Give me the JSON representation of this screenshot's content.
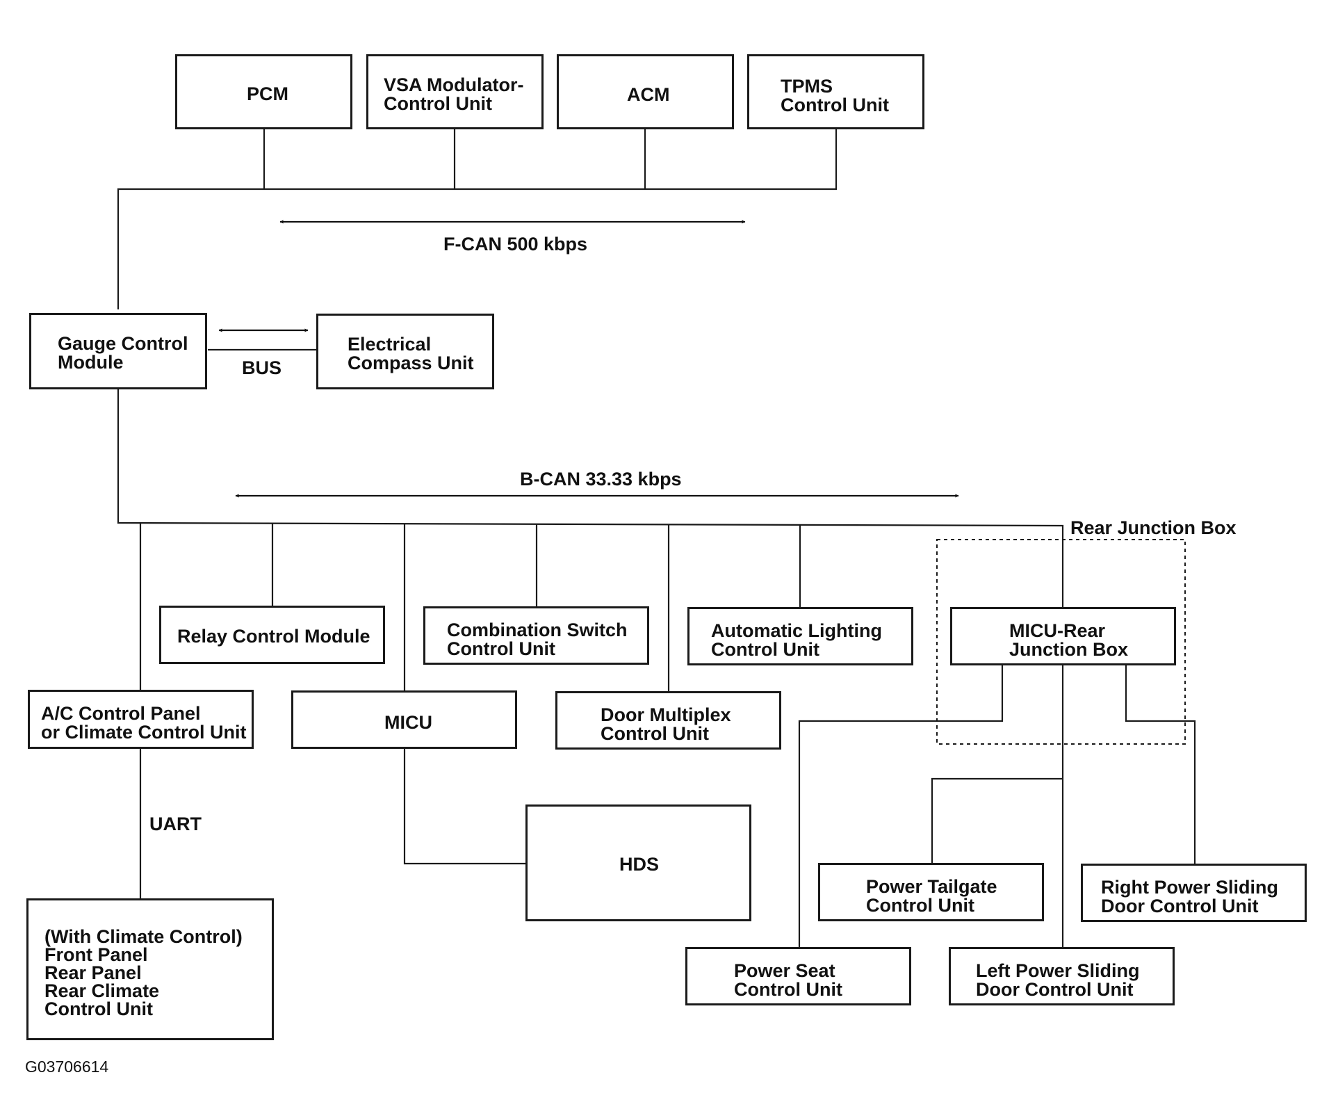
{
  "modules": {
    "pcm": "PCM",
    "vsa": "VSA Modulator-\nControl Unit",
    "acm": "ACM",
    "tpms": "TPMS\nControl Unit",
    "gauge": "Gauge Control\nModule",
    "compass": "Electrical\nCompass Unit",
    "relay": "Relay Control Module",
    "combination": "Combination Switch\nControl Unit",
    "auto_lighting": "Automatic Lighting\nControl Unit",
    "micu_rear": "MICU-Rear\nJunction Box",
    "ac_panel": "A/C Control Panel\nor Climate Control Unit",
    "micu": "MICU",
    "door_multiplex": "Door Multiplex\nControl Unit",
    "hds": "HDS",
    "power_tailgate": "Power Tailgate\nControl Unit",
    "right_sliding": "Right Power Sliding\nDoor Control Unit",
    "power_seat": "Power Seat\nControl Unit",
    "left_sliding": "Left Power Sliding\nDoor Control Unit",
    "climate": "(With Climate Control)\nFront Panel\nRear Panel\nRear Climate\nControl Unit"
  },
  "labels": {
    "fcan": "F-CAN 500 kbps",
    "bus": "BUS",
    "bcan": "B-CAN 33.33 kbps",
    "rear_junction_box": "Rear Junction Box",
    "uart": "UART"
  },
  "figure_code": "G03706614"
}
